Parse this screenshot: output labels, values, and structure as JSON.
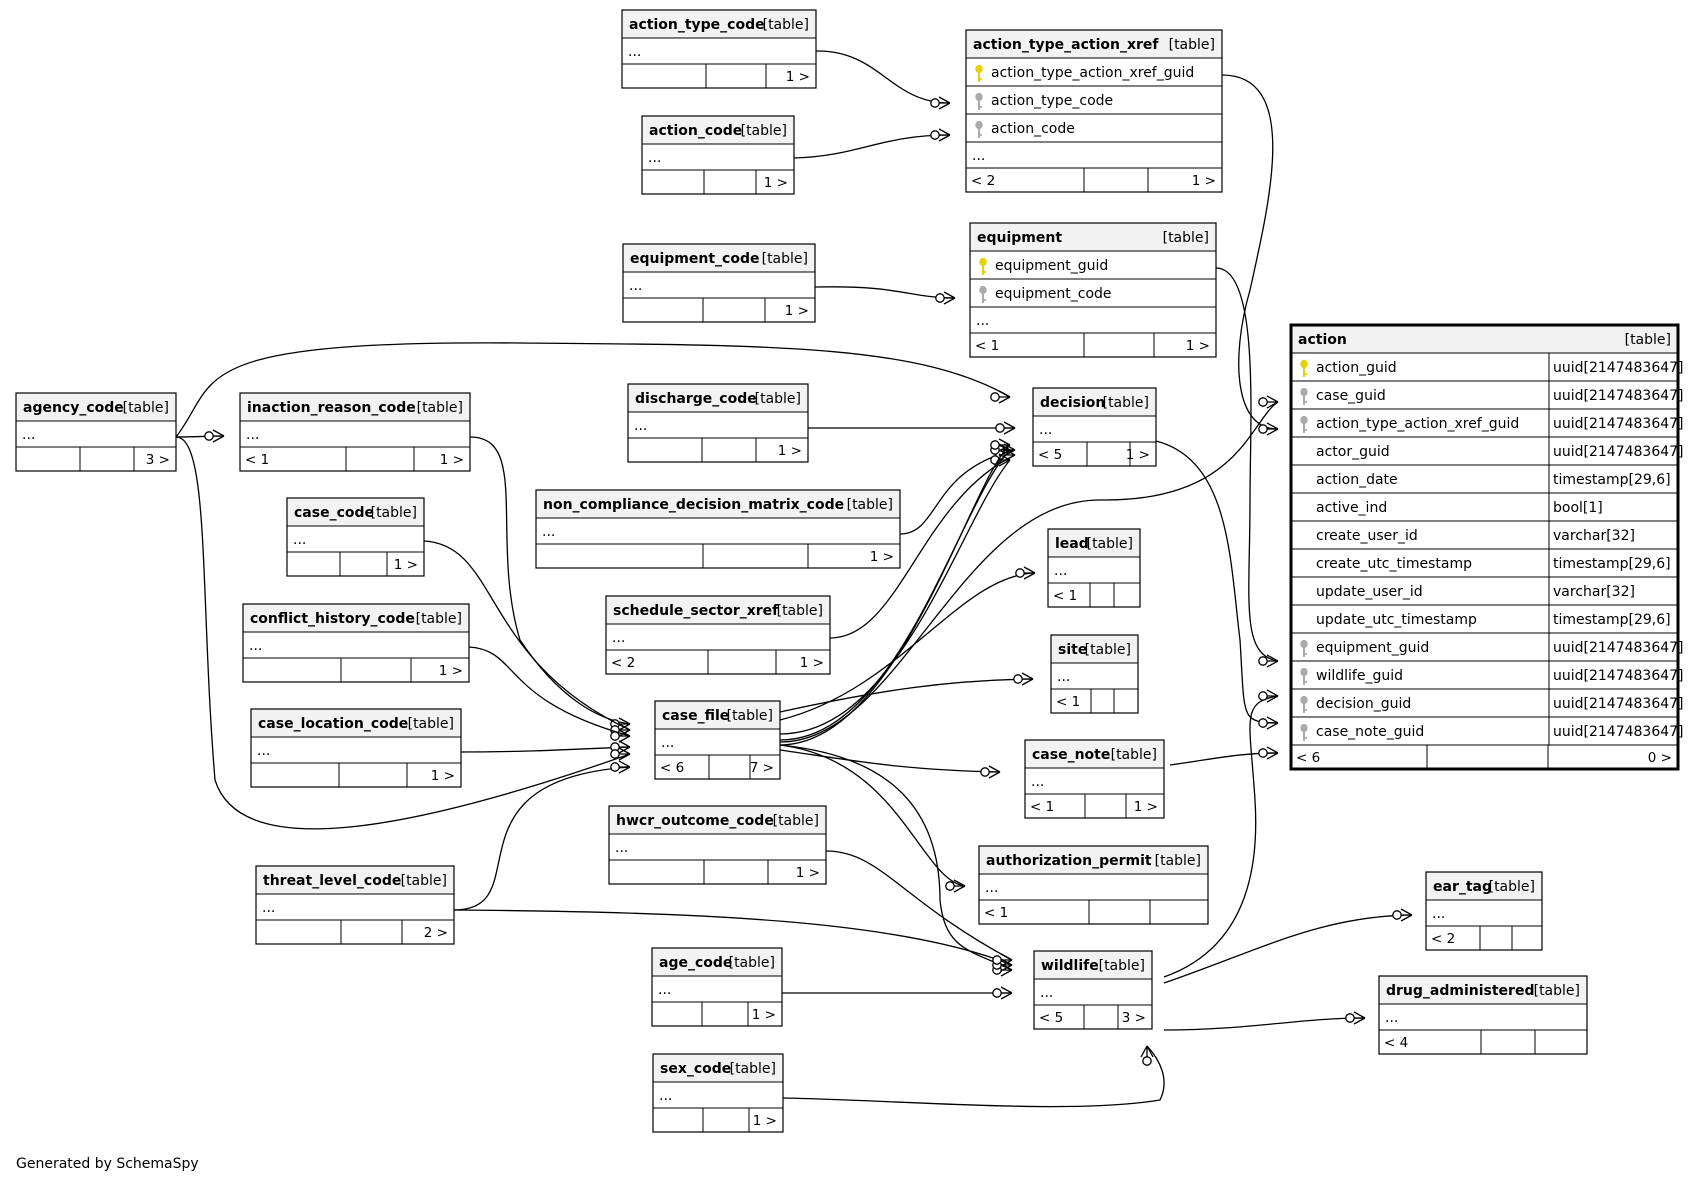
{
  "tables": [
    {
      "id": "action_type_code",
      "name": "action_type_code",
      "tag": "[table]",
      "rows": [],
      "footer": [
        "",
        "",
        "1 >"
      ]
    },
    {
      "id": "action_code",
      "name": "action_code",
      "tag": "[table]",
      "rows": [],
      "footer": [
        "",
        "",
        "1 >"
      ]
    },
    {
      "id": "equipment_code",
      "name": "equipment_code",
      "tag": "[table]",
      "rows": [],
      "footer": [
        "",
        "",
        "1 >"
      ]
    },
    {
      "id": "agency_code",
      "name": "agency_code",
      "tag": "[table]",
      "rows": [],
      "footer": [
        "",
        "",
        "3 >"
      ]
    },
    {
      "id": "inaction_reason_code",
      "name": "inaction_reason_code",
      "tag": "[table]",
      "rows": [],
      "footer": [
        "< 1",
        "",
        "1 >"
      ]
    },
    {
      "id": "discharge_code",
      "name": "discharge_code",
      "tag": "[table]",
      "rows": [],
      "footer": [
        "",
        "",
        "1 >"
      ]
    },
    {
      "id": "case_code",
      "name": "case_code",
      "tag": "[table]",
      "rows": [],
      "footer": [
        "",
        "",
        "1 >"
      ]
    },
    {
      "id": "non_compliance_decision_matrix_code",
      "name": "non_compliance_decision_matrix_code",
      "tag": "[table]",
      "rows": [],
      "footer": [
        "",
        "",
        "1 >"
      ]
    },
    {
      "id": "schedule_sector_xref",
      "name": "schedule_sector_xref",
      "tag": "[table]",
      "rows": [],
      "footer": [
        "< 2",
        "",
        "1 >"
      ]
    },
    {
      "id": "conflict_history_code",
      "name": "conflict_history_code",
      "tag": "[table]",
      "rows": [],
      "footer": [
        "",
        "",
        "1 >"
      ]
    },
    {
      "id": "case_location_code",
      "name": "case_location_code",
      "tag": "[table]",
      "rows": [],
      "footer": [
        "",
        "",
        "1 >"
      ]
    },
    {
      "id": "case_file",
      "name": "case_file",
      "tag": "[table]",
      "rows": [],
      "footer": [
        "< 6",
        "",
        "7 >"
      ]
    },
    {
      "id": "hwcr_outcome_code",
      "name": "hwcr_outcome_code",
      "tag": "[table]",
      "rows": [],
      "footer": [
        "",
        "",
        "1 >"
      ]
    },
    {
      "id": "threat_level_code",
      "name": "threat_level_code",
      "tag": "[table]",
      "rows": [],
      "footer": [
        "",
        "",
        "2 >"
      ]
    },
    {
      "id": "age_code",
      "name": "age_code",
      "tag": "[table]",
      "rows": [],
      "footer": [
        "",
        "",
        "1 >"
      ]
    },
    {
      "id": "sex_code",
      "name": "sex_code",
      "tag": "[table]",
      "rows": [],
      "footer": [
        "",
        "",
        "1 >"
      ]
    },
    {
      "id": "action_type_action_xref",
      "name": "action_type_action_xref",
      "tag": "[table]",
      "rows": [
        {
          "name": "action_type_action_xref_guid",
          "key": "pk"
        },
        {
          "name": "action_type_code",
          "key": "fk"
        },
        {
          "name": "action_code",
          "key": "fk"
        }
      ],
      "footer": [
        "< 2",
        "",
        "1 >"
      ]
    },
    {
      "id": "equipment",
      "name": "equipment",
      "tag": "[table]",
      "rows": [
        {
          "name": "equipment_guid",
          "key": "pk"
        },
        {
          "name": "equipment_code",
          "key": "fk"
        }
      ],
      "footer": [
        "< 1",
        "",
        "1 >"
      ]
    },
    {
      "id": "decision",
      "name": "decision",
      "tag": "[table]",
      "rows": [],
      "footer": [
        "< 5",
        "",
        "1 >"
      ]
    },
    {
      "id": "lead",
      "name": "lead",
      "tag": "[table]",
      "rows": [],
      "footer": [
        "< 1",
        "",
        ""
      ]
    },
    {
      "id": "site",
      "name": "site",
      "tag": "[table]",
      "rows": [],
      "footer": [
        "< 1",
        "",
        ""
      ]
    },
    {
      "id": "case_note",
      "name": "case_note",
      "tag": "[table]",
      "rows": [],
      "footer": [
        "< 1",
        "",
        "1 >"
      ]
    },
    {
      "id": "authorization_permit",
      "name": "authorization_permit",
      "tag": "[table]",
      "rows": [],
      "footer": [
        "< 1",
        "",
        ""
      ]
    },
    {
      "id": "wildlife",
      "name": "wildlife",
      "tag": "[table]",
      "rows": [],
      "footer": [
        "< 5",
        "",
        "3 >"
      ]
    },
    {
      "id": "ear_tag",
      "name": "ear_tag",
      "tag": "[table]",
      "rows": [],
      "footer": [
        "< 2",
        "",
        ""
      ]
    },
    {
      "id": "drug_administered",
      "name": "drug_administered",
      "tag": "[table]",
      "rows": [],
      "footer": [
        "< 4",
        "",
        ""
      ]
    },
    {
      "id": "action",
      "name": "action",
      "tag": "[table]",
      "focus": true,
      "rows": [
        {
          "name": "action_guid",
          "key": "pk",
          "type": "uuid[2147483647]"
        },
        {
          "name": "case_guid",
          "key": "fk",
          "type": "uuid[2147483647]"
        },
        {
          "name": "action_type_action_xref_guid",
          "key": "fk",
          "type": "uuid[2147483647]"
        },
        {
          "name": "actor_guid",
          "key": "",
          "type": "uuid[2147483647]"
        },
        {
          "name": "action_date",
          "key": "",
          "type": "timestamp[29,6]"
        },
        {
          "name": "active_ind",
          "key": "",
          "type": "bool[1]"
        },
        {
          "name": "create_user_id",
          "key": "",
          "type": "varchar[32]"
        },
        {
          "name": "create_utc_timestamp",
          "key": "",
          "type": "timestamp[29,6]"
        },
        {
          "name": "update_user_id",
          "key": "",
          "type": "varchar[32]"
        },
        {
          "name": "update_utc_timestamp",
          "key": "",
          "type": "timestamp[29,6]"
        },
        {
          "name": "equipment_guid",
          "key": "fk",
          "type": "uuid[2147483647]"
        },
        {
          "name": "wildlife_guid",
          "key": "fk",
          "type": "uuid[2147483647]"
        },
        {
          "name": "decision_guid",
          "key": "fk",
          "type": "uuid[2147483647]"
        },
        {
          "name": "case_note_guid",
          "key": "fk",
          "type": "uuid[2147483647]"
        }
      ],
      "footer": [
        "< 6",
        "",
        "0 >"
      ]
    }
  ],
  "ellipsis": "...",
  "footer_text": "Generated by SchemaSpy",
  "colors": {
    "line": "#000000",
    "header_bg": "#f2f2f2",
    "pk_key": "#e6d200",
    "fk_key": "#aaaaaa"
  }
}
